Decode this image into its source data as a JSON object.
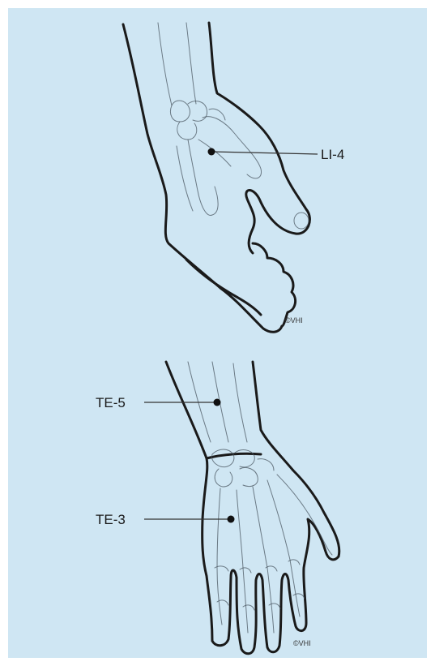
{
  "colors": {
    "background": "#cfe6f3",
    "frame": "#ffffff",
    "outline": "#1a1a1a",
    "bone": "#4a5560",
    "point": "#111111"
  },
  "points": {
    "li4": "LI-4",
    "te5": "TE-5",
    "te3": "TE-3"
  },
  "copyright": {
    "top": "©VHI",
    "bottom": "©VHI"
  }
}
